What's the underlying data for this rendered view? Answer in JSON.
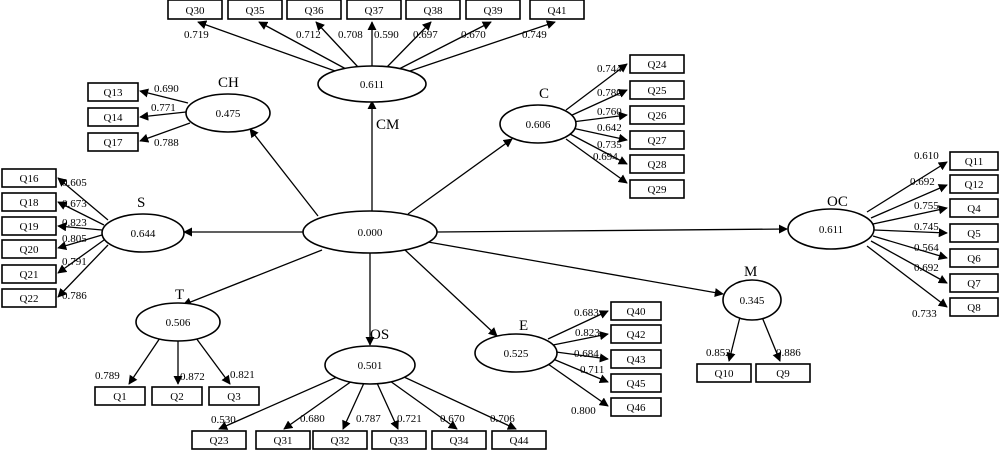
{
  "center": {
    "value": "0.000"
  },
  "constructs": {
    "CM": {
      "label": "CM",
      "value": "0.611"
    },
    "CH": {
      "label": "CH",
      "value": "0.475"
    },
    "C": {
      "label": "C",
      "value": "0.606"
    },
    "S": {
      "label": "S",
      "value": "0.644"
    },
    "OC": {
      "label": "OC",
      "value": "0.611"
    },
    "T": {
      "label": "T",
      "value": "0.506"
    },
    "OS": {
      "label": "OS",
      "value": "0.501"
    },
    "E": {
      "label": "E",
      "value": "0.525"
    },
    "M": {
      "label": "M",
      "value": "0.345"
    }
  },
  "items": {
    "CM": [
      {
        "label": "Q30",
        "loading": "0.719"
      },
      {
        "label": "Q35",
        "loading": "0.712"
      },
      {
        "label": "Q36",
        "loading": "0.708"
      },
      {
        "label": "Q37",
        "loading": "0.590"
      },
      {
        "label": "Q38",
        "loading": "0.697"
      },
      {
        "label": "Q39",
        "loading": "0.670"
      },
      {
        "label": "Q41",
        "loading": "0.749"
      }
    ],
    "CH": [
      {
        "label": "Q13",
        "loading": "0.690"
      },
      {
        "label": "Q14",
        "loading": "0.771"
      },
      {
        "label": "Q17",
        "loading": "0.788"
      }
    ],
    "C": [
      {
        "label": "Q24",
        "loading": "0.744"
      },
      {
        "label": "Q25",
        "loading": "0.780"
      },
      {
        "label": "Q26",
        "loading": "0.760"
      },
      {
        "label": "Q27",
        "loading": "0.642"
      },
      {
        "label": "Q28",
        "loading": "0.735"
      },
      {
        "label": "Q29",
        "loading": "0.694"
      }
    ],
    "S": [
      {
        "label": "Q16",
        "loading": "0.605"
      },
      {
        "label": "Q18",
        "loading": "0.673"
      },
      {
        "label": "Q19",
        "loading": "0.823"
      },
      {
        "label": "Q20",
        "loading": "0.805"
      },
      {
        "label": "Q21",
        "loading": "0.791"
      },
      {
        "label": "Q22",
        "loading": "0.786"
      }
    ],
    "OC": [
      {
        "label": "Q11",
        "loading": "0.610"
      },
      {
        "label": "Q12",
        "loading": "0.692"
      },
      {
        "label": "Q4",
        "loading": "0.755"
      },
      {
        "label": "Q5",
        "loading": "0.745"
      },
      {
        "label": "Q6",
        "loading": "0.564"
      },
      {
        "label": "Q7",
        "loading": "0.692"
      },
      {
        "label": "Q8",
        "loading": "0.733"
      }
    ],
    "T": [
      {
        "label": "Q1",
        "loading": "0.789"
      },
      {
        "label": "Q2",
        "loading": "0.872"
      },
      {
        "label": "Q3",
        "loading": "0.821"
      }
    ],
    "OS": [
      {
        "label": "Q23",
        "loading": "0.530"
      },
      {
        "label": "Q31",
        "loading": "0.680"
      },
      {
        "label": "Q32",
        "loading": "0.787"
      },
      {
        "label": "Q33",
        "loading": "0.721"
      },
      {
        "label": "Q34",
        "loading": "0.670"
      },
      {
        "label": "Q44",
        "loading": "0.706"
      }
    ],
    "E": [
      {
        "label": "Q40",
        "loading": "0.683"
      },
      {
        "label": "Q42",
        "loading": "0.823"
      },
      {
        "label": "Q43",
        "loading": "0.684"
      },
      {
        "label": "Q45",
        "loading": "0.711"
      },
      {
        "label": "Q46",
        "loading": "0.800"
      }
    ],
    "M": [
      {
        "label": "Q10",
        "loading": "0.852"
      },
      {
        "label": "Q9",
        "loading": "0.886"
      }
    ]
  }
}
